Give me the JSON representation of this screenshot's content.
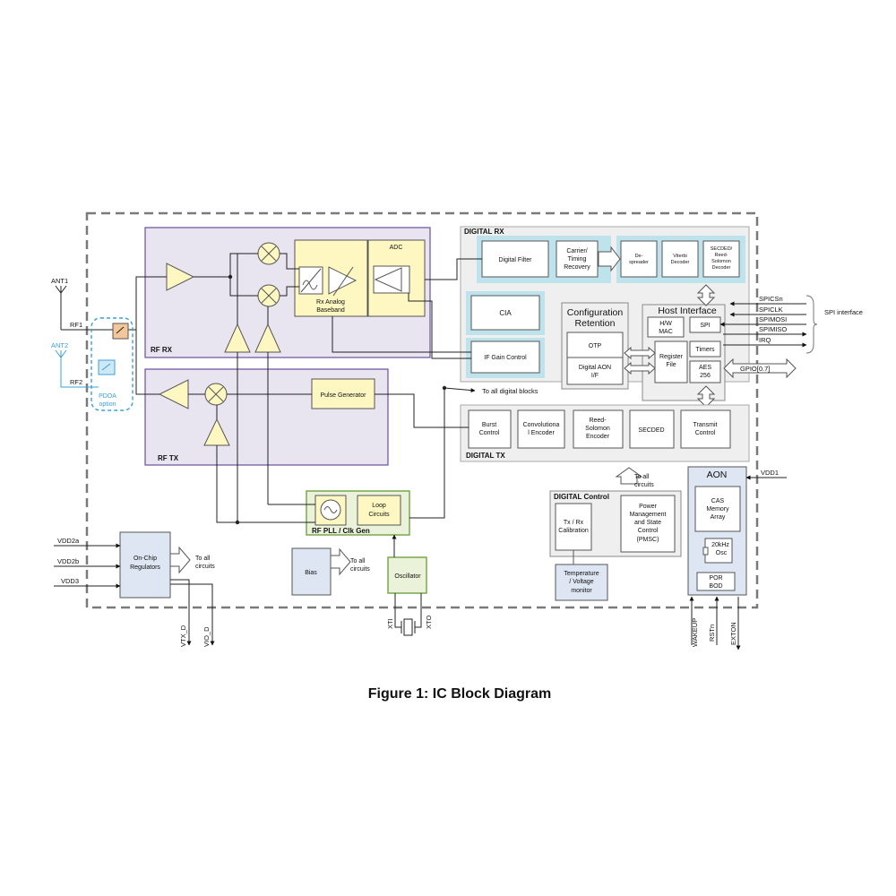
{
  "caption": "Figure 1: IC Block Diagram",
  "colors": {
    "rf_region_fill": "#e8e4f0",
    "rf_region_stroke": "#6a4f99",
    "analog_block_fill": "#fff7c2",
    "digital_region_fill": "#efefef",
    "digital_block_fill": "#ffffff",
    "highlight_band": "#bfe3ec",
    "pll_green": "#eaf2da",
    "pll_green_stroke": "#7aa84f",
    "aon_blue": "#dde6f2",
    "pdoa_blue": "#3aa0d8",
    "pad_orange": "#f3c79a"
  },
  "regions": {
    "rf_rx": "RF RX",
    "rf_tx": "RF TX",
    "digital_rx": "DIGITAL RX",
    "digital_tx": "DIGITAL TX",
    "digital_control": "DIGITAL Control",
    "rf_pll": "RF PLL / Clk Gen",
    "config_retention": [
      "Configuration",
      "Retention"
    ],
    "host_interface": "Host Interface",
    "aon": "AON"
  },
  "blocks": {
    "adc": "ADC",
    "rx_analog_baseband": [
      "Rx Analog",
      "Baseband"
    ],
    "digital_filter": "Digital Filter",
    "carrier_timing": [
      "Carrier/",
      "Timing",
      "Recovery"
    ],
    "despreader": [
      "De-",
      "spreader"
    ],
    "viterbi": [
      "Viterbi",
      "Decoder"
    ],
    "secded_rs_decoder": [
      "SECDED/",
      "Reed-",
      "Solomon",
      "Decoder"
    ],
    "cia": "CIA",
    "if_gain": "IF Gain Control",
    "otp": "OTP",
    "digital_aon_if": [
      "Digital AON",
      "I/F"
    ],
    "hw_mac": [
      "H/W",
      "MAC"
    ],
    "spi": "SPI",
    "register_file": [
      "Register",
      "File"
    ],
    "timers": "Timers",
    "aes": [
      "AES",
      "256"
    ],
    "pulse_generator": "Pulse Generator",
    "burst_control": [
      "Burst",
      "Control"
    ],
    "conv_encoder": [
      "Convolutiona",
      "l Encoder"
    ],
    "rs_encoder": [
      "Reed-",
      "Solomon",
      "Encoder"
    ],
    "secded": "SECDED",
    "transmit_control": [
      "Transmit",
      "Control"
    ],
    "loop_circuits": [
      "Loop",
      "Circuits"
    ],
    "txrx_calibration": [
      "Tx / Rx",
      "Calibration"
    ],
    "pmsc": [
      "Power",
      "Management",
      "and State",
      "Control",
      "(PMSC)"
    ],
    "cas_memory": [
      "CAS",
      "Memory",
      "Array"
    ],
    "osc_20khz": [
      "20kHz",
      "Osc"
    ],
    "por_bod": [
      "POR",
      "BOD"
    ],
    "on_chip_regulators": [
      "On-Chip",
      "Regulators"
    ],
    "bias": "Bias",
    "oscillator": "Oscillator",
    "temp_voltage": [
      "Temperature",
      "/ Voltage",
      "monitor"
    ],
    "pdoa_option": [
      "PDOA",
      "option"
    ]
  },
  "annotations": {
    "to_all_digital": "To all digital blocks",
    "to_all_circuits": [
      "To all",
      "circuits"
    ],
    "spi_interface": "SPI interface"
  },
  "pins": {
    "ant1": "ANT1",
    "ant2": "ANT2",
    "rf1": "RF1",
    "rf2": "RF2",
    "spicsn": "SPICSn",
    "spiclk": "SPICLK",
    "spimosi": "SPIMOSI",
    "spimiso": "SPIMISO",
    "irq": "IRQ",
    "gpio": "GPIO[0.7]",
    "vdd1": "VDD1",
    "vdd2a": "VDD2a",
    "vdd2b": "VDD2b",
    "vdd3": "VDD3",
    "vtx_d": "VTX_D",
    "vio_d": "VIO_D",
    "xti": "XTI",
    "xto": "XTO",
    "wakeup": "WAKEUP",
    "rstn": "RSTn",
    "exton": "EXTON"
  }
}
